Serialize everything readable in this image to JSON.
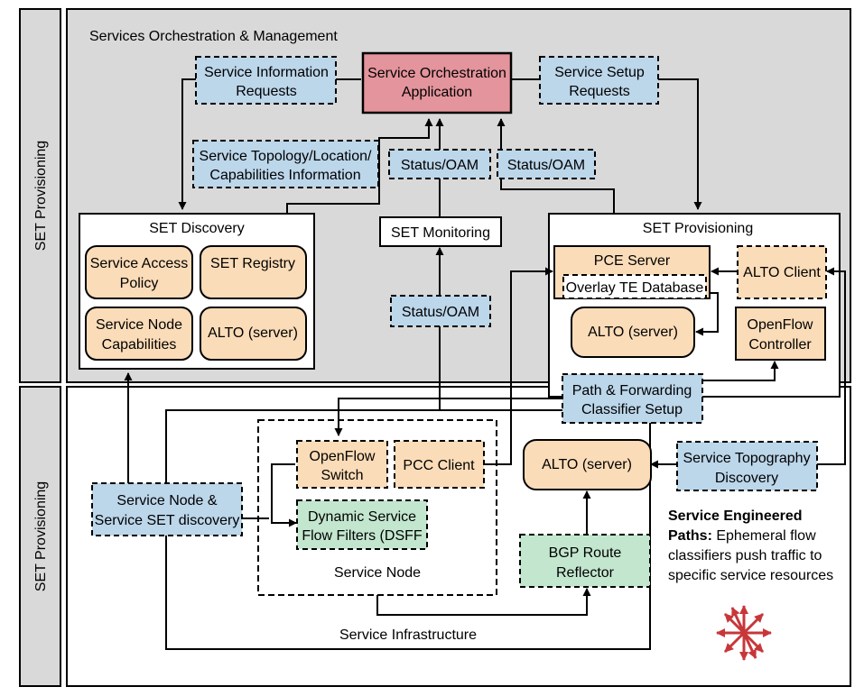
{
  "side_labels": {
    "top": "SET Provisioning",
    "bottom": "SET Provisioning"
  },
  "top_region": {
    "title": "Services Orchestration & Management"
  },
  "boxes": {
    "service_info_requests": [
      "Service Information",
      "Requests"
    ],
    "service_orchestration_app": [
      "Service Orchestration",
      "Application"
    ],
    "service_setup_requests": [
      "Service Setup",
      "Requests"
    ],
    "service_topology_info": [
      "Service Topology/Location/",
      "Capabilities Information"
    ],
    "status_oam_1": [
      "Status/OAM"
    ],
    "status_oam_2": [
      "Status/OAM"
    ],
    "status_oam_3": [
      "Status/OAM"
    ],
    "set_discovery": [
      "SET Discovery"
    ],
    "service_access_policy": [
      "Service Access",
      "Policy"
    ],
    "set_registry": [
      "SET Registry"
    ],
    "service_node_capabilities": [
      "Service Node",
      "Capabilities"
    ],
    "alto_server_discovery": [
      "ALTO (server)"
    ],
    "set_monitoring": [
      "SET Monitoring"
    ],
    "set_provisioning": [
      "SET Provisioning"
    ],
    "pce_server": [
      "PCE Server"
    ],
    "overlay_te_db": [
      "Overlay TE Database"
    ],
    "alto_client": [
      "ALTO Client"
    ],
    "alto_server_provisioning": [
      "ALTO (server)"
    ],
    "openflow_controller": [
      "OpenFlow",
      "Controller"
    ],
    "path_forwarding_setup": [
      "Path & Forwarding",
      "Classifier Setup"
    ],
    "openflow_switch": [
      "OpenFlow",
      "Switch"
    ],
    "pcc_client": [
      "PCC Client"
    ],
    "dsff": [
      "Dynamic Service",
      "Flow Filters (DSFF"
    ],
    "service_node": [
      "Service Node"
    ],
    "alto_server_infra": [
      "ALTO (server)"
    ],
    "service_topography_discovery": [
      "Service Topography",
      "Discovery"
    ],
    "service_node_set_discovery": [
      "Service Node &",
      "Service SET discovery"
    ],
    "bgp_route_reflector": [
      "BGP Route",
      "Reflector"
    ],
    "service_infrastructure": [
      "Service Infrastructure"
    ]
  },
  "sep_note": {
    "line1": "Service Engineered",
    "line2_bold": "Paths:",
    "line2_rest": " Ephemeral flow",
    "line3": "classifiers push traffic to",
    "line4": "specific service resources"
  },
  "colors": {
    "blue_fill": "#bcd6ea",
    "orange_fill": "#fbdcb8",
    "green_fill": "#c3e6cf",
    "red_fill": "#e4949c",
    "gray_fill": "#d9d9d9",
    "star_red": "#c7373a"
  }
}
